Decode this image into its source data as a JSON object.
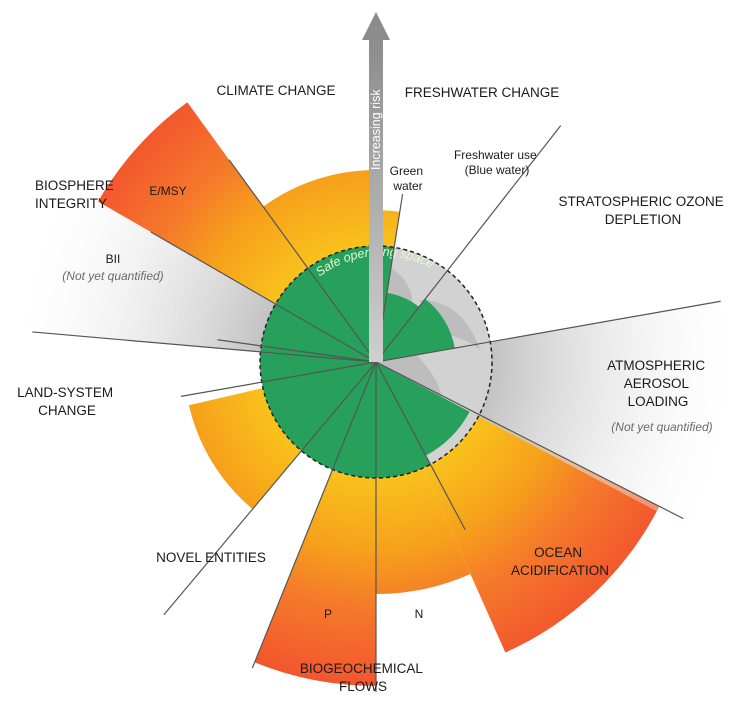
{
  "diagram": {
    "risk_axis_label": "Increasing risk",
    "safe_space_label": "Safe operating space",
    "colors": {
      "safe_green": "#27a05b",
      "zone_orange": "#f6a21b",
      "high_risk_red": "#f24e2f",
      "grey_unquantified": "#d9d9d9",
      "divider": "#555555"
    },
    "categories": [
      {
        "key": "climate",
        "label_lines": [
          "CLIMATE CHANGE"
        ]
      },
      {
        "key": "freshwater",
        "label_lines": [
          "FRESHWATER CHANGE"
        ]
      },
      {
        "key": "ozone",
        "label_lines": [
          "STRATOSPHERIC OZONE",
          "DEPLETION"
        ]
      },
      {
        "key": "aerosol",
        "label_lines": [
          "ATMOSPHERIC",
          "AEROSOL",
          "LOADING"
        ],
        "note": "(Not yet quantified)"
      },
      {
        "key": "ocean",
        "label_lines": [
          "OCEAN",
          "ACIDIFICATION"
        ]
      },
      {
        "key": "biogeo",
        "label_lines": [
          "BIOGEOCHEMICAL",
          "FLOWS"
        ]
      },
      {
        "key": "novel",
        "label_lines": [
          "NOVEL ENTITIES"
        ]
      },
      {
        "key": "land",
        "label_lines": [
          "LAND-SYSTEM",
          "CHANGE"
        ]
      },
      {
        "key": "biosphere",
        "label_lines": [
          "BIOSPHERE",
          "INTEGRITY"
        ]
      }
    ],
    "sub_labels": {
      "green_water": [
        "Green",
        "water"
      ],
      "blue_water": [
        "Freshwater use",
        "(Blue water)"
      ],
      "emsy": "E/MSY",
      "bii": "BII",
      "bii_note": "(Not yet quantified)",
      "p": "P",
      "n": "N"
    }
  }
}
